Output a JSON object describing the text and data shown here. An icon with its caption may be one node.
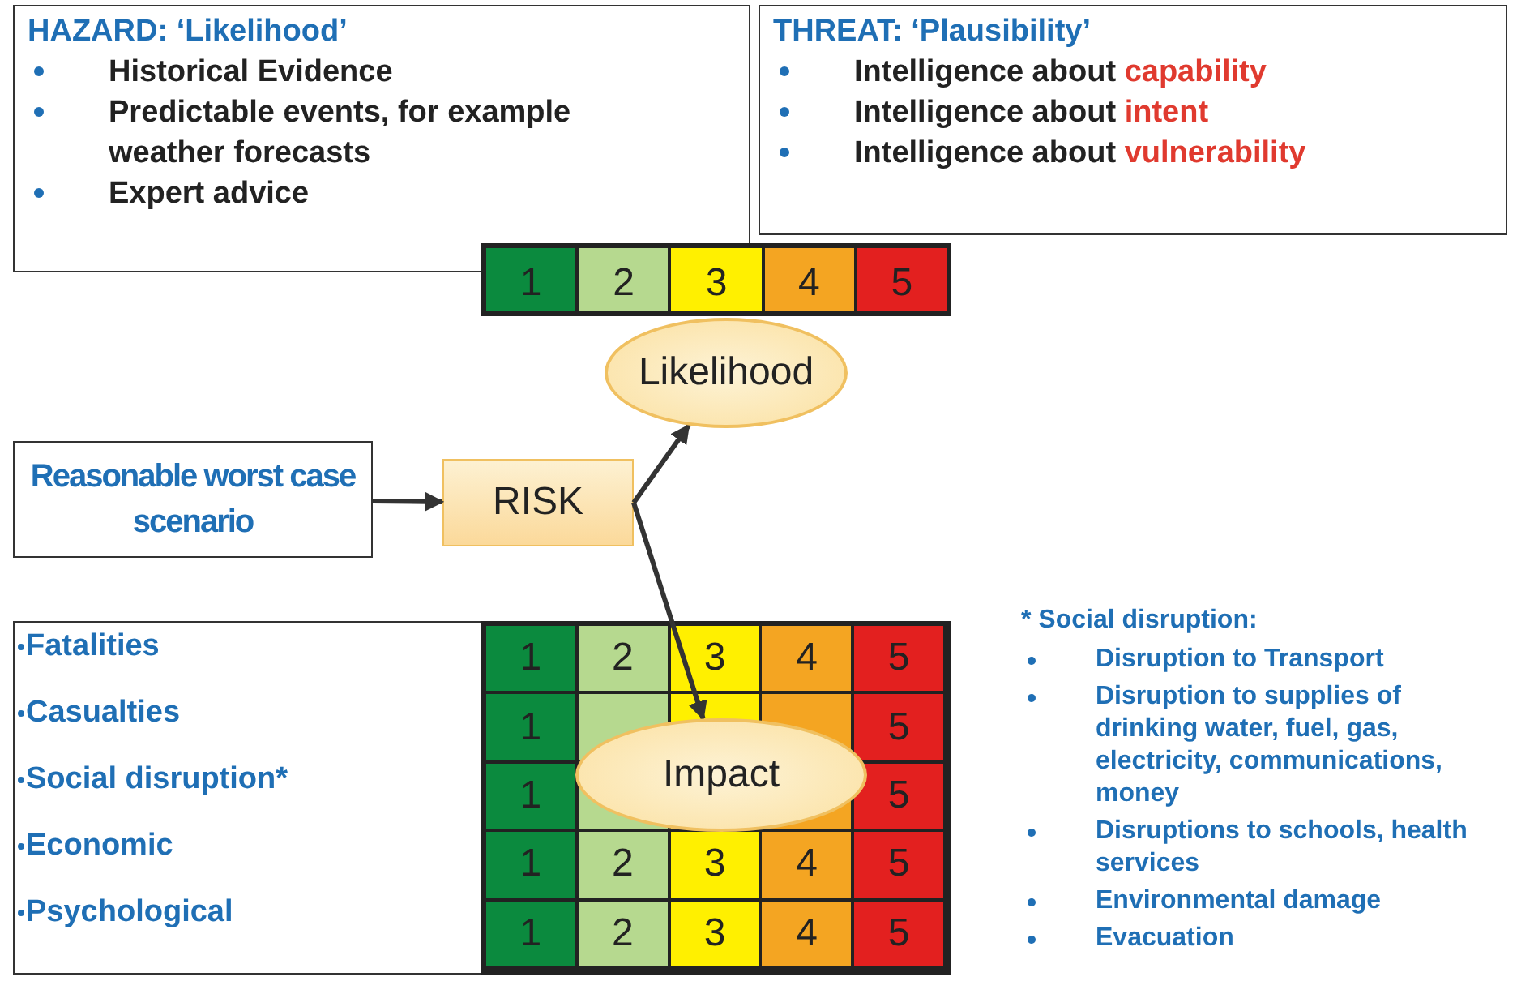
{
  "diagram": {
    "nodes": [
      {
        "text": [
          "HAZARD:  ‘Likelihood’",
          "Historical Evidence",
          "Predictable events, for example weather forecasts",
          "Expert advice"
        ]
      },
      {
        "text": [
          "THREAT:  ‘Plausibility’",
          "Intelligence about *capability*",
          "Intelligence about *intent*",
          "Intelligence about *vulnerability*"
        ]
      },
      {
        "text": [
          "1",
          "2",
          "3",
          "4",
          "5"
        ]
      },
      {
        "text": [
          "Likelihood"
        ]
      },
      {
        "text": [
          "Reasonable worst case scenario"
        ]
      },
      {
        "text": [
          "RISK"
        ]
      },
      {
        "text": [
          "Fatalities",
          "Casualties",
          "Social disruption*",
          "Economic",
          "Psychological"
        ]
      },
      {
        "text": [
          "1",
          "2",
          "3",
          "4",
          "5",
          "1",
          "5",
          "1",
          "5",
          "1",
          "2",
          "3",
          "4",
          "5",
          "1",
          "2",
          "3",
          "4",
          "5"
        ]
      },
      {
        "text": [
          "Impact"
        ],
        "in": 7
      }
    ],
    "edges": [
      {
        "from": 4,
        "to": 5,
        "arrow": "to"
      },
      {
        "from": 5,
        "to": 3,
        "arrow": "to"
      },
      {
        "from": 5,
        "to": 8,
        "arrow": "to"
      }
    ],
    "labels": [
      "* Social disruption:",
      "Disruption to Transport",
      "Disruption to supplies of drinking water, fuel, gas, electricity, communications, money",
      "Disruptions to schools, health services",
      "Environmental damage",
      "Evacuation"
    ]
  }
}
